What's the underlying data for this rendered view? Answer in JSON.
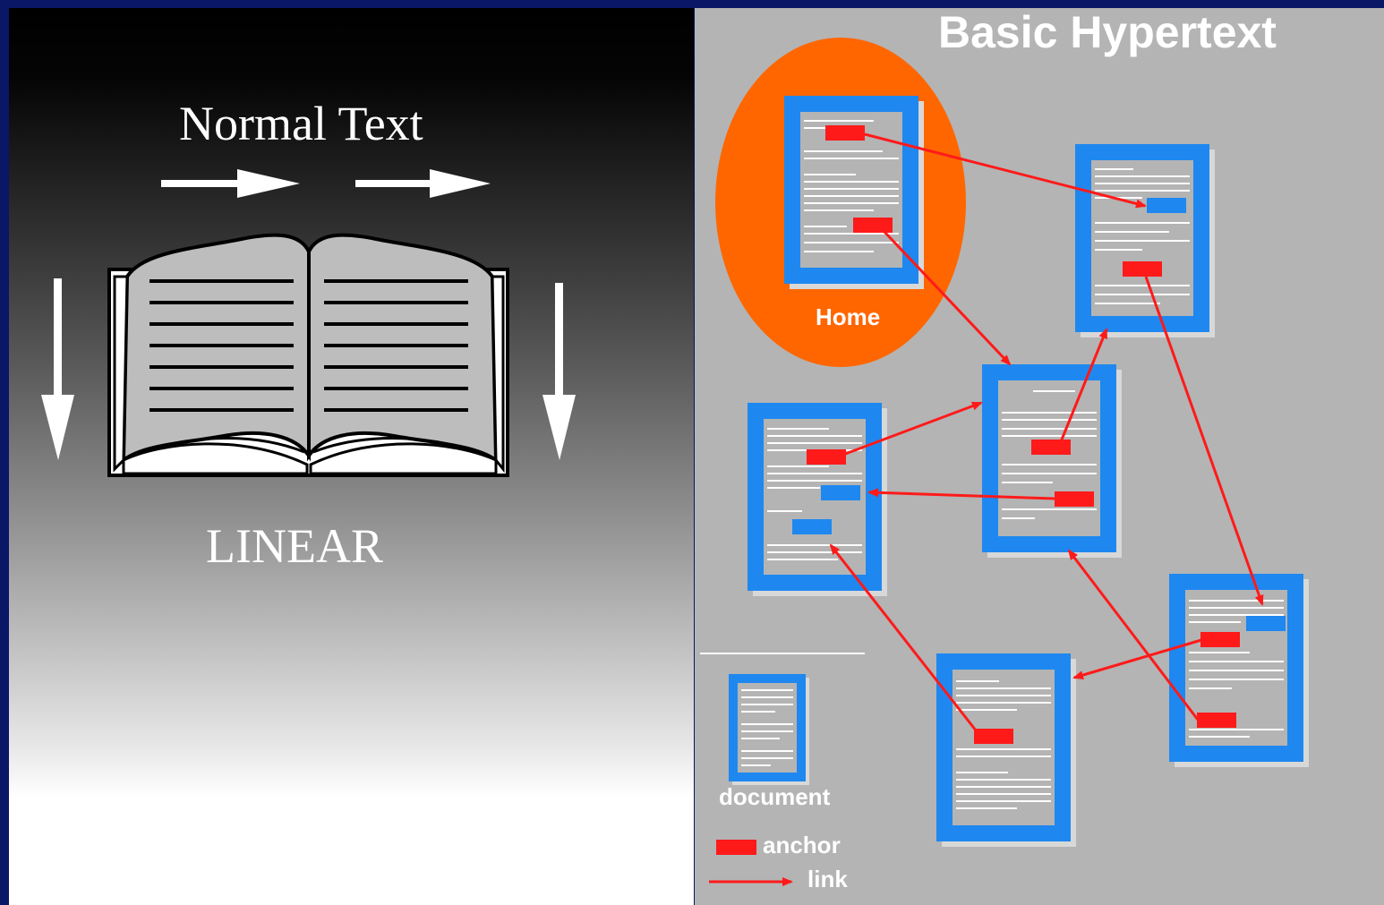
{
  "colors": {
    "frame": "#0a1666",
    "doc_blue": "#1e88f0",
    "anchor_red": "#ff1a1a",
    "home_orange": "#ff6600",
    "panel_gray": "#b4b4b4"
  },
  "left": {
    "title": "Normal Text",
    "caption": "LINEAR"
  },
  "right": {
    "title": "Basic Hypertext",
    "home_label": "Home",
    "legend": {
      "document": "document",
      "anchor": "anchor",
      "link": "link"
    }
  },
  "icons": [
    "book-icon",
    "arrow-right-icon",
    "arrow-down-icon",
    "document-icon",
    "anchor-icon",
    "link-arrow-icon"
  ]
}
